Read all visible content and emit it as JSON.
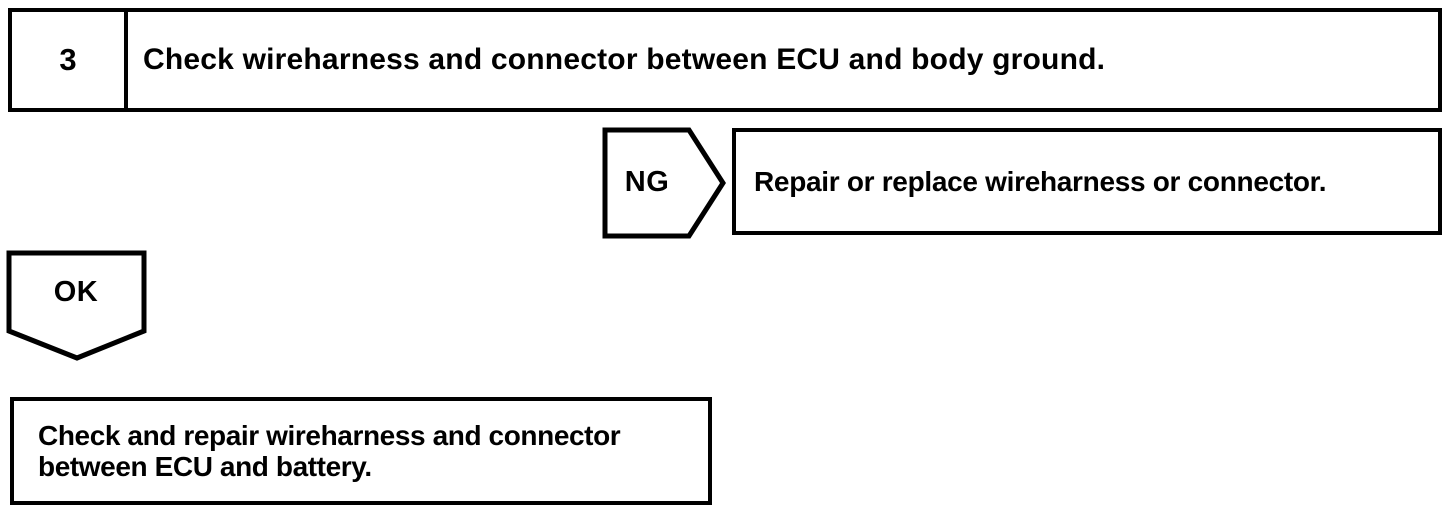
{
  "flowchart": {
    "step": {
      "number": "3",
      "instruction": "Check wireharness and connector between ECU and body ground."
    },
    "ng_branch": {
      "label": "NG",
      "action": "Repair or replace wireharness or connector."
    },
    "ok_branch": {
      "label": "OK",
      "action_lines": [
        "Check and repair wireharness and connector",
        "between ECU and battery."
      ]
    },
    "colors": {
      "ink": "#000000",
      "paper": "#ffffff"
    }
  }
}
